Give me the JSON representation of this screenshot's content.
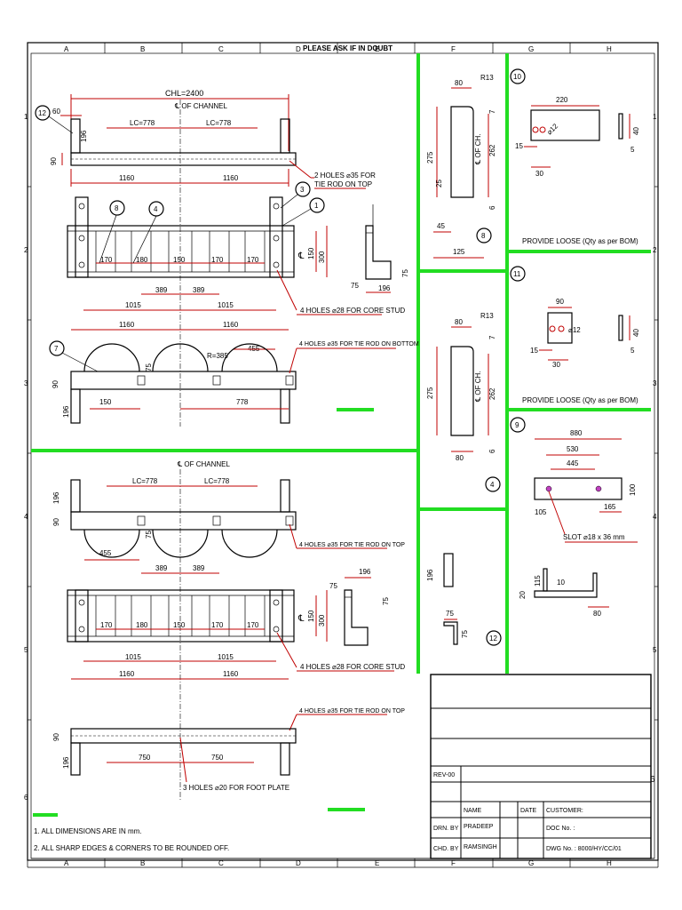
{
  "border": {
    "columns": [
      "A",
      "B",
      "C",
      "D",
      "E",
      "F",
      "G",
      "H"
    ],
    "rows": [
      "1",
      "2",
      "3",
      "4",
      "5",
      "6"
    ],
    "top_note": "PLEASE ASK IF IN DOUBT"
  },
  "top_view_1": {
    "chl": "CHL=2400",
    "center_label": "℄ OF CHANNEL",
    "lc_left": "LC=778",
    "lc_right": "LC=778",
    "d60": "60",
    "d196": "196",
    "d90": "90",
    "d1160a": "1160",
    "d1160b": "1160",
    "note_holes": "2 HOLES ⌀35 FOR",
    "note_holes2": "TIE ROD ON TOP"
  },
  "plan_1": {
    "d170a": "170",
    "d180": "180",
    "d150": "150",
    "d170b": "170",
    "d170c": "170",
    "d389a": "389",
    "d389b": "389",
    "d1015a": "1015",
    "d1015b": "1015",
    "d1160a": "1160",
    "d1160b": "1160",
    "d150v": "150",
    "d300v": "300",
    "note_stud": "4 HOLES ⌀28 FOR CORE STUD",
    "side_75a": "75",
    "side_196": "196",
    "side_75b": "75"
  },
  "elev_1": {
    "r385": "R=385",
    "d455": "455",
    "d75": "75",
    "d90": "90",
    "d196": "196",
    "d150": "150",
    "d778": "778",
    "note_bottom": "4 HOLES ⌀35 FOR TIE ROD ON BOTTOM"
  },
  "elev_2": {
    "center_label": "℄ OF CHANNEL",
    "lc_left": "LC=778",
    "lc_right": "LC=778",
    "d196": "196",
    "d90": "90",
    "d75": "75",
    "d455": "455",
    "note_top": "4 HOLES ⌀35 FOR TIE ROD ON TOP"
  },
  "plan_2": {
    "d389a": "389",
    "d389b": "389",
    "d170a": "170",
    "d180": "180",
    "d150": "150",
    "d170b": "170",
    "d170c": "170",
    "d1015a": "1015",
    "d1015b": "1015",
    "d1160a": "1160",
    "d1160b": "1160",
    "d150v": "150",
    "d300v": "300",
    "note_stud": "4 HOLES ⌀28 FOR CORE STUD",
    "side_75a": "75",
    "side_196": "196",
    "side_75b": "75"
  },
  "elev_3": {
    "note_top": "4 HOLES ⌀35 FOR TIE ROD ON TOP",
    "d90": "90",
    "d196": "196",
    "d750a": "750",
    "d750b": "750",
    "note_foot": "3 HOLES ⌀20 FOR FOOT PLATE"
  },
  "part_8": {
    "r13": "R13",
    "d80": "80",
    "d7": "7",
    "d275": "275",
    "d262": "262",
    "d25": "25",
    "d6": "6",
    "d45": "45",
    "d125": "125",
    "ch": "℄ OF CH."
  },
  "part_4": {
    "r13": "R13",
    "d80a": "80",
    "d7": "7",
    "d275": "275",
    "d262": "262",
    "d80b": "80",
    "d6": "6",
    "ch": "℄ OF CH."
  },
  "part_12": {
    "d196": "196",
    "d75a": "75",
    "d75b": "75"
  },
  "part_10": {
    "d220": "220",
    "d15": "15",
    "d30": "30",
    "d12": "⌀12",
    "d40": "40",
    "d5": "5",
    "note": "PROVIDE LOOSE (Qty as per BOM)"
  },
  "part_11": {
    "d90": "90",
    "d15": "15",
    "d30": "30",
    "d12": "⌀12",
    "d40": "40",
    "d5": "5",
    "note": "PROVIDE LOOSE (Qty as per BOM)"
  },
  "part_9": {
    "d880": "880",
    "d530": "530",
    "d445": "445",
    "d105": "105",
    "d165": "165",
    "d100": "100",
    "slot": "SLOT ⌀18 x 36 mm",
    "d115": "115",
    "d10": "10",
    "d20": "20",
    "d80": "80"
  },
  "balloons": {
    "b12a": "12",
    "b8a": "8",
    "b4a": "4",
    "b3": "3",
    "b1": "1",
    "b7": "7",
    "b10": "10",
    "b8b": "8",
    "b11": "11",
    "b4b": "4",
    "b9": "9",
    "b12b": "12"
  },
  "notes": {
    "n1": "1. ALL DIMENSIONS ARE IN mm.",
    "n2": "2. ALL SHARP EDGES & CORNERS TO BE ROUNDED OFF."
  },
  "title_block": {
    "rev": "REV-00",
    "name_h": "NAME",
    "date_h": "DATE",
    "customer": "CUSTOMER:",
    "drn_by": "DRN. BY",
    "drn_name": "PRADEEP",
    "doc_no": "DOC No. :",
    "chd_by": "CHD. BY",
    "chd_name": "RAMSINGH",
    "dwg_no": "DWG No. : 8000/HY/CC/01",
    "sheet_mark": "6"
  },
  "colors": {
    "dimension": "#c00000",
    "highlight": "#22dd22",
    "line": "#000000"
  }
}
